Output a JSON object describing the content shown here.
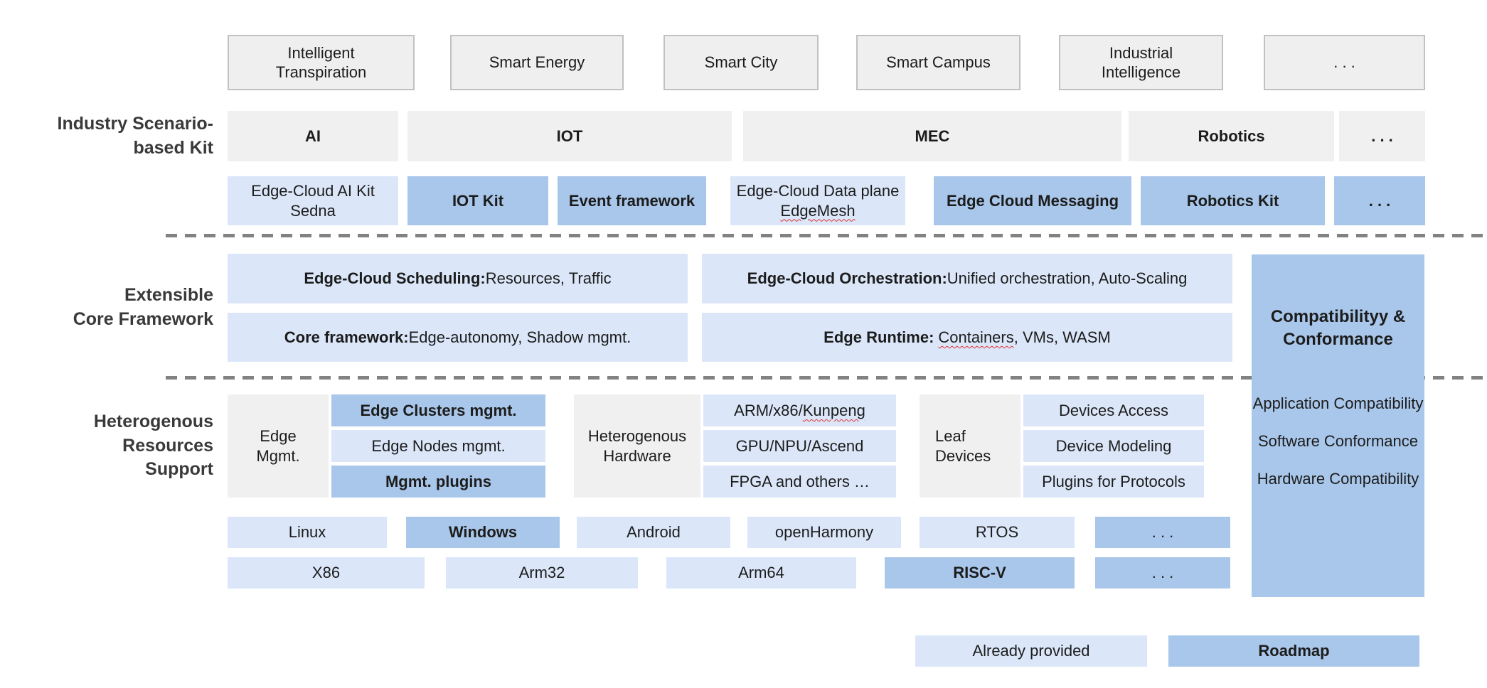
{
  "colors": {
    "already_provided_blue": "#dbe7f9",
    "roadmap_blue": "#a9c7ea",
    "category_gray": "#f0f0f0",
    "app_box_border": "#c1c1c1",
    "dashed_divider": "#828282"
  },
  "left_labels": {
    "industry": [
      "Industry Scenario-",
      "based Kit"
    ],
    "extensible": [
      "Extensible",
      "Core Framework"
    ],
    "hetero": [
      "Heterogenous",
      "Resources",
      "Support"
    ]
  },
  "app_row": [
    "Intelligent Transpiration",
    "Smart Energy",
    "Smart City",
    "Smart Campus",
    "Industrial Intelligence",
    ". . ."
  ],
  "category_row": [
    "AI",
    "IOT",
    "MEC",
    "Robotics",
    ". . ."
  ],
  "kit_row": {
    "sedna": "Edge-Cloud AI Kit Sedna",
    "iot_kit": "IOT Kit",
    "event": "Event framework",
    "edgemesh_line1": "Edge-Cloud Data plane",
    "edgemesh_line2": "EdgeMesh",
    "messaging": "Edge Cloud Messaging",
    "robotics": "Robotics Kit",
    "more": ". . ."
  },
  "core": {
    "scheduling_title": "Edge-Cloud Scheduling:",
    "scheduling_rest": " Resources, Traffic",
    "orchestration_title": "Edge-Cloud Orchestration:",
    "orchestration_rest": " Unified orchestration, Auto-Scaling",
    "framework_title": "Core framework:",
    "framework_rest": " Edge-autonomy, Shadow mgmt.",
    "runtime_title": "Edge Runtime:",
    "runtime_word": "Containers",
    "runtime_rest": ", VMs, WASM"
  },
  "compat": {
    "title": "Compatibilityy & Conformance",
    "items": [
      "Application Compatibility",
      "Software Conformance",
      "Hardware Compatibility"
    ]
  },
  "hetero": {
    "edge_mgmt": {
      "label": "Edge Mgmt.",
      "rows": [
        "Edge Clusters mgmt.",
        "Edge Nodes mgmt.",
        "Mgmt. plugins"
      ]
    },
    "hardware": {
      "label": "Heterogenous Hardware",
      "row1_prefix": "ARM/x86/",
      "row1_wavy": "Kunpeng",
      "row2": "GPU/NPU/Ascend",
      "row3": "FPGA and others …"
    },
    "leaf": {
      "label": "Leaf Devices",
      "rows": [
        "Devices Access",
        "Device Modeling",
        "Plugins for Protocols"
      ]
    }
  },
  "os_row": [
    "Linux",
    "Windows",
    "Android",
    "openHarmony",
    "RTOS",
    ". . ."
  ],
  "arch_row": [
    "X86",
    "Arm32",
    "Arm64",
    "RISC-V",
    ". . ."
  ],
  "legend": {
    "provided": "Already provided",
    "roadmap": "Roadmap"
  }
}
